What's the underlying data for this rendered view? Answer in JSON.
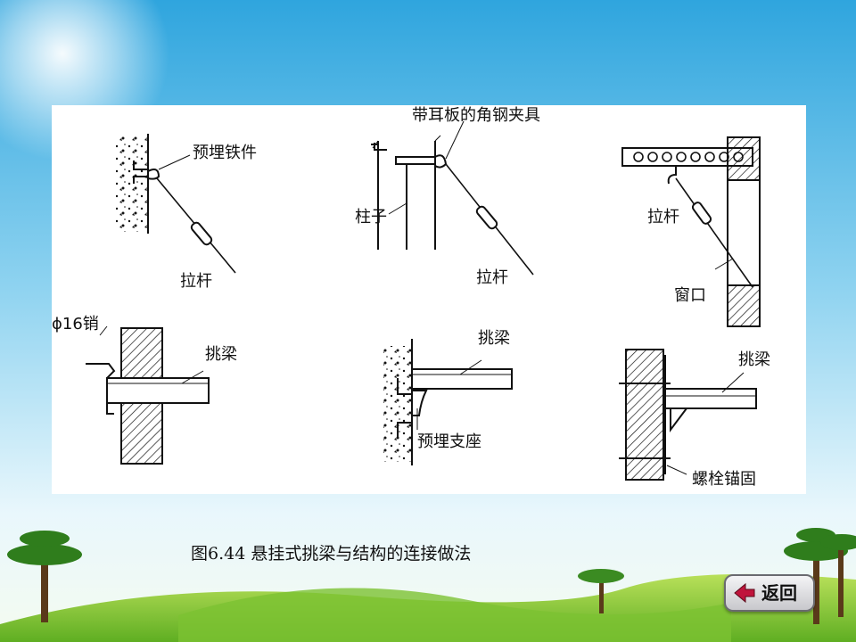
{
  "figure": {
    "labels": {
      "embedded_iron": "预埋铁件",
      "tie_rod_1": "拉杆",
      "angle_clamp": "带耳板的角钢夹具",
      "column": "柱子",
      "tie_rod_2": "拉杆",
      "tie_rod_3": "拉杆",
      "window_opening": "窗口",
      "pin": "ϕ16销",
      "beam_1": "挑梁",
      "beam_2": "挑梁",
      "embedded_support": "预埋支座",
      "beam_3": "挑梁",
      "bolt_anchor": "螺栓锚固"
    },
    "caption": "图6.44  悬挂式挑梁与结构的连接做法"
  },
  "nav": {
    "back_label": "返回"
  }
}
